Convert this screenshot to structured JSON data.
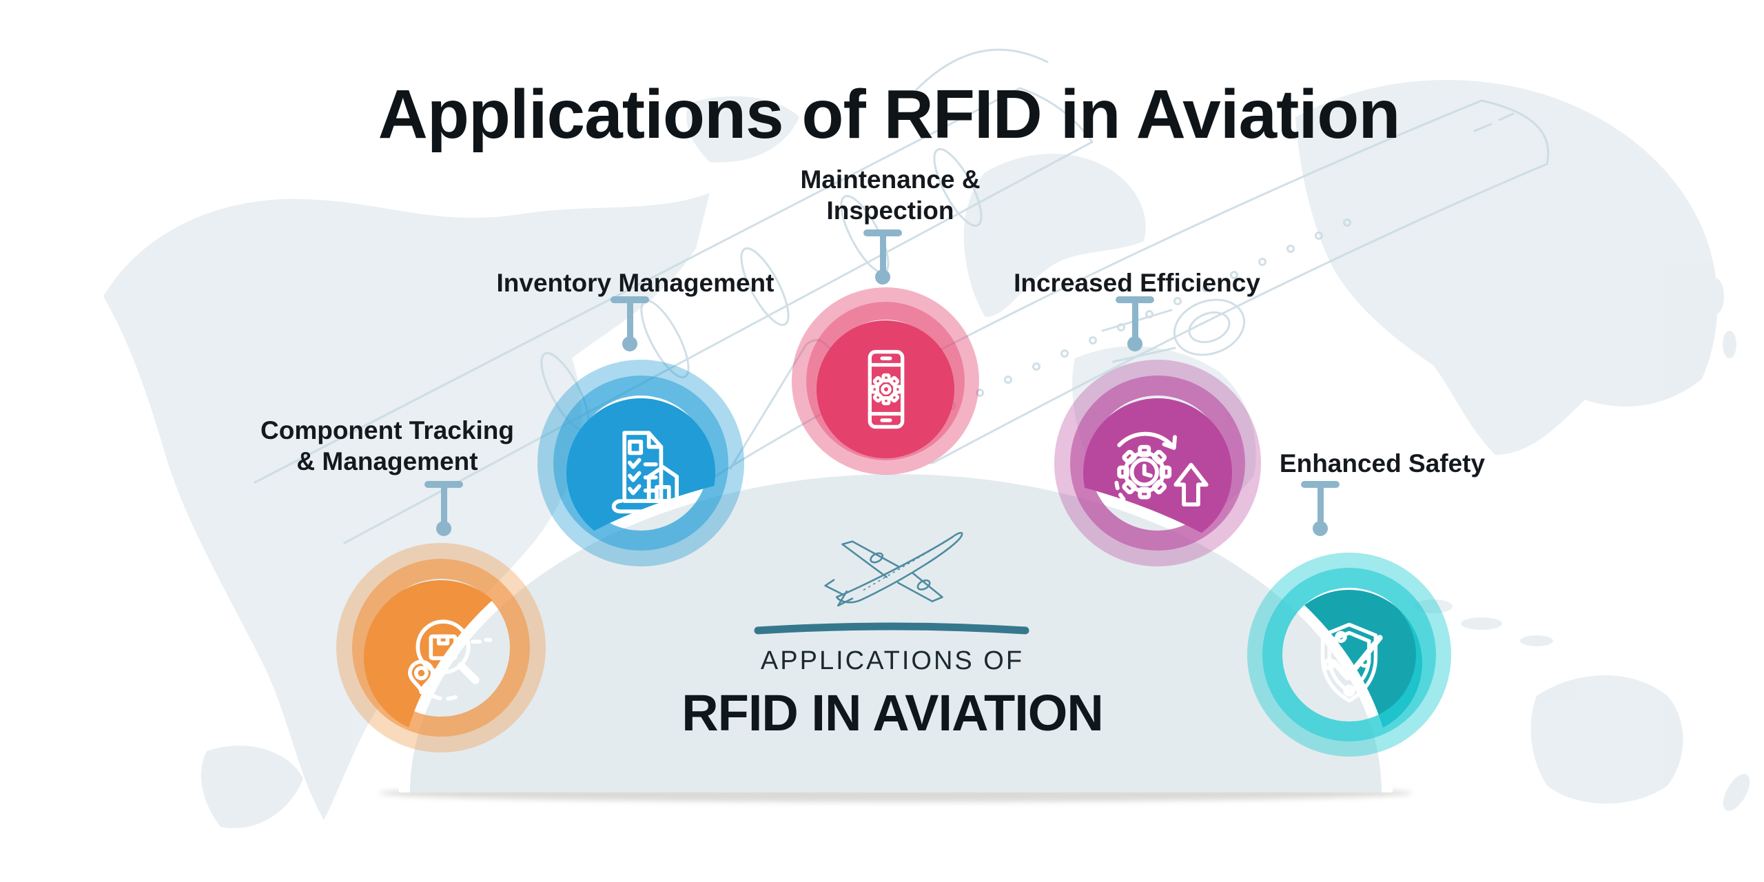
{
  "title": "Applications of RFID in Aviation",
  "dome": {
    "eyebrow": "APPLICATIONS OF",
    "heading": "RFID IN AVIATION",
    "fill": "#E4EBEE",
    "accent_bar": "#35788E",
    "plane_stroke": "#4E8BA0"
  },
  "connector_color": "#8CB5CB",
  "background": {
    "map_fill": "#E7EDF1",
    "sketch_stroke": "#C9DAE3"
  },
  "items": [
    {
      "id": "component-tracking",
      "lines": [
        "Component Tracking",
        "& Management"
      ],
      "icon": "package-search-icon",
      "inner": "#F0923E",
      "ring_mid": "rgba(240,146,62,0.72)",
      "ring_outer": "rgba(240,146,62,0.34)"
    },
    {
      "id": "inventory-management",
      "lines": [
        "Inventory Management"
      ],
      "icon": "checklist-warehouse-icon",
      "inner": "#219CD6",
      "ring_mid": "rgba(33,156,214,0.70)",
      "ring_outer": "rgba(33,156,214,0.38)"
    },
    {
      "id": "maintenance-inspection",
      "lines": [
        "Maintenance &",
        "Inspection"
      ],
      "icon": "mobile-gear-icon",
      "inner": "#E4426D",
      "ring_mid": "rgba(228,66,109,0.66)",
      "ring_outer": "rgba(228,66,109,0.40)"
    },
    {
      "id": "increased-efficiency",
      "lines": [
        "Increased Efficiency"
      ],
      "icon": "gear-clock-arrow-icon",
      "inner": "#B8489E",
      "ring_mid": "rgba(184,72,158,0.72)",
      "ring_outer": "rgba(184,72,158,0.34)"
    },
    {
      "id": "enhanced-safety",
      "lines": [
        "Enhanced Safety"
      ],
      "icon": "shield-check-icon",
      "inner": "#16A5AF",
      "ring_mid": "rgba(34,204,212,0.78)",
      "ring_outer": "rgba(34,204,212,0.43)"
    }
  ]
}
